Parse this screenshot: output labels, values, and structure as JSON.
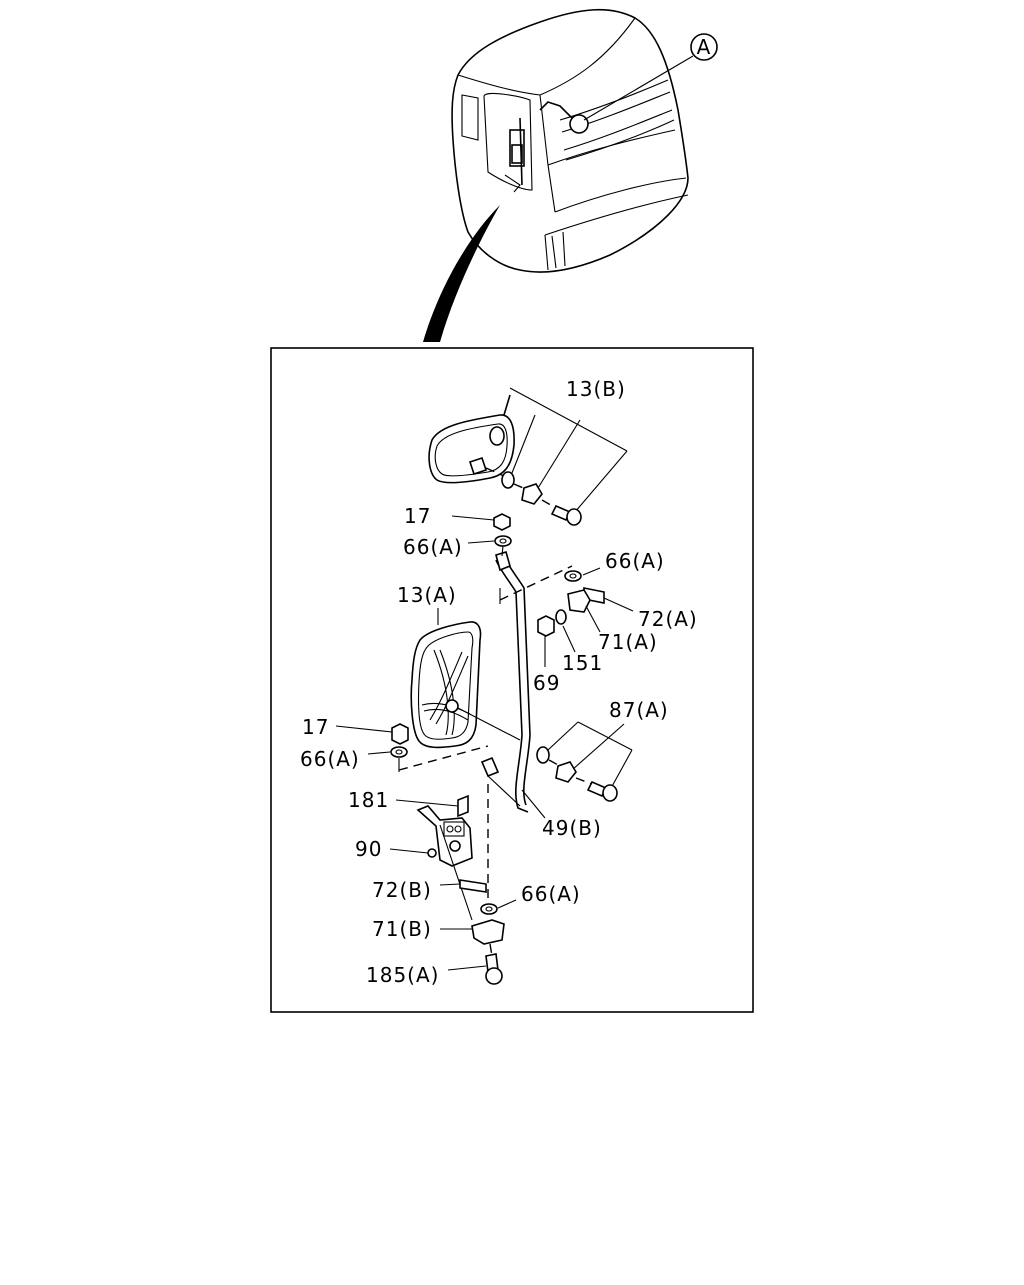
{
  "callout": {
    "label": "A"
  },
  "labels": {
    "p13b": "13(B)",
    "p17_top": "17",
    "p66a_1": "66(A)",
    "p66a_2": "66(A)",
    "p13a": "13(A)",
    "p72a": "72(A)",
    "p71a": "71(A)",
    "p151": "151",
    "p69": "69",
    "p87a": "87(A)",
    "p17_mid": "17",
    "p66a_3": "66(A)",
    "p181": "181",
    "p49b": "49(B)",
    "p90": "90",
    "p72b": "72(B)",
    "p66a_4": "66(A)",
    "p71b": "71(B)",
    "p185a": "185(A)"
  }
}
